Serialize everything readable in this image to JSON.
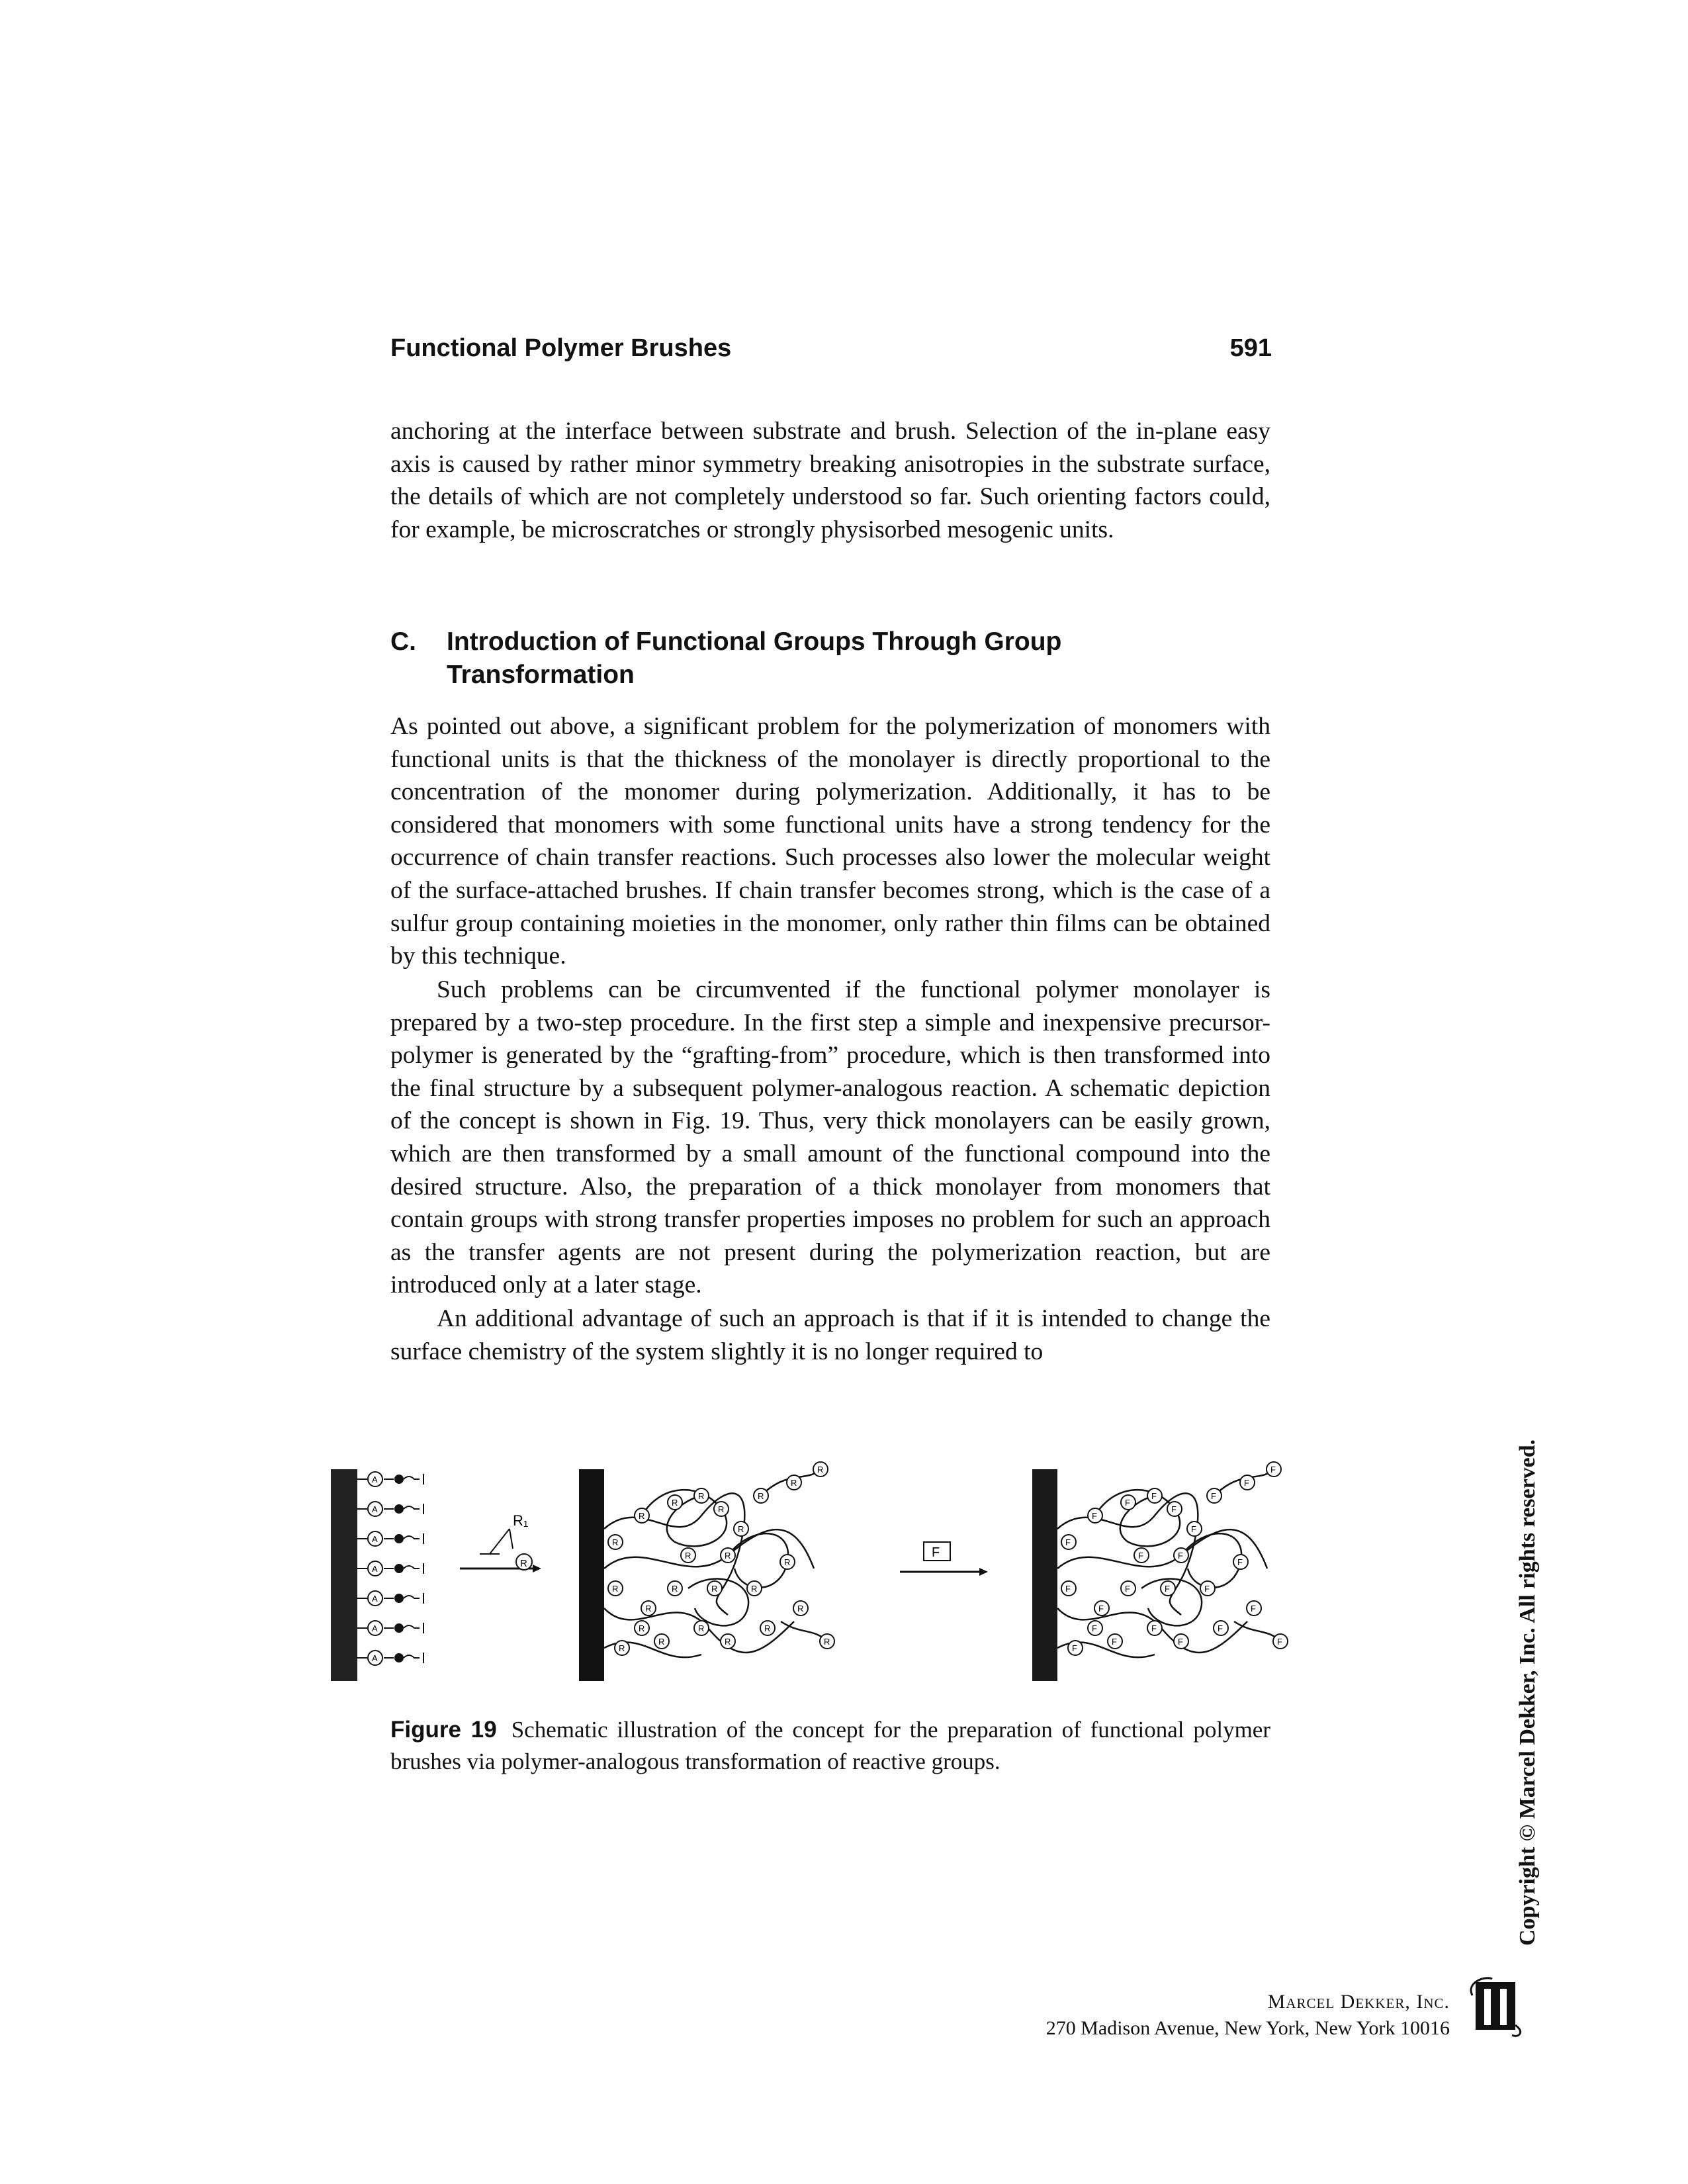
{
  "header": {
    "title": "Functional Polymer Brushes",
    "page_number": "591"
  },
  "paragraph_1": "anchoring at the interface between substrate and brush. Selection of the in-plane easy axis is caused by rather minor symmetry breaking anisotropies in the substrate surface, the details of which are not completely understood so far. Such orienting factors could, for example, be microscratches or strongly physisorbed mesogenic units.",
  "section": {
    "number": "C.",
    "title": "Introduction of Functional Groups Through Group Transformation"
  },
  "paragraph_2": "As pointed out above, a significant problem for the polymerization of monomers with functional units is that the thickness of the monolayer is directly proportional to the concentration of the monomer during polymerization. Additionally, it has to be considered that monomers with some functional units have a strong tendency for the occurrence of chain transfer reactions. Such processes also lower the molecular weight of the surface-attached brushes. If chain transfer becomes strong, which is the case of a sulfur group containing moieties in the monomer, only rather thin films can be obtained by this technique.",
  "paragraph_3": "Such problems can be circumvented if the functional polymer monolayer is prepared by a two-step procedure. In the first step a simple and inexpensive precursor-polymer is generated by the “grafting-from” procedure, which is then transformed into the final structure by a subsequent polymer-analogous reaction. A schematic depiction of the concept is shown in Fig. 19. Thus, very thick monolayers can be easily grown, which are then transformed by a small amount of the functional compound into the desired structure. Also, the preparation of a thick monolayer from monomers that contain groups with strong transfer properties imposes no problem for such an approach as the transfer agents are not present during the polymerization reaction, but are introduced only at a later stage.",
  "paragraph_4": "An additional advantage of such an approach is that if it is intended to change the surface chemistry of the system slightly it is no longer required to",
  "figure": {
    "label": "Figure 19",
    "caption": "Schematic illustration of the concept for the preparation of functional polymer brushes via polymer-analogous transformation of reactive groups.",
    "reagent_label": "R₁",
    "step_label": "F",
    "group_a": "A",
    "group_r": "R",
    "group_f": "F"
  },
  "copyright": "Copyright © Marcel Dekker, Inc. All rights reserved.",
  "publisher": {
    "name": "Marcel Dekker, Inc.",
    "address": "270 Madison Avenue, New York, New York 10016"
  }
}
